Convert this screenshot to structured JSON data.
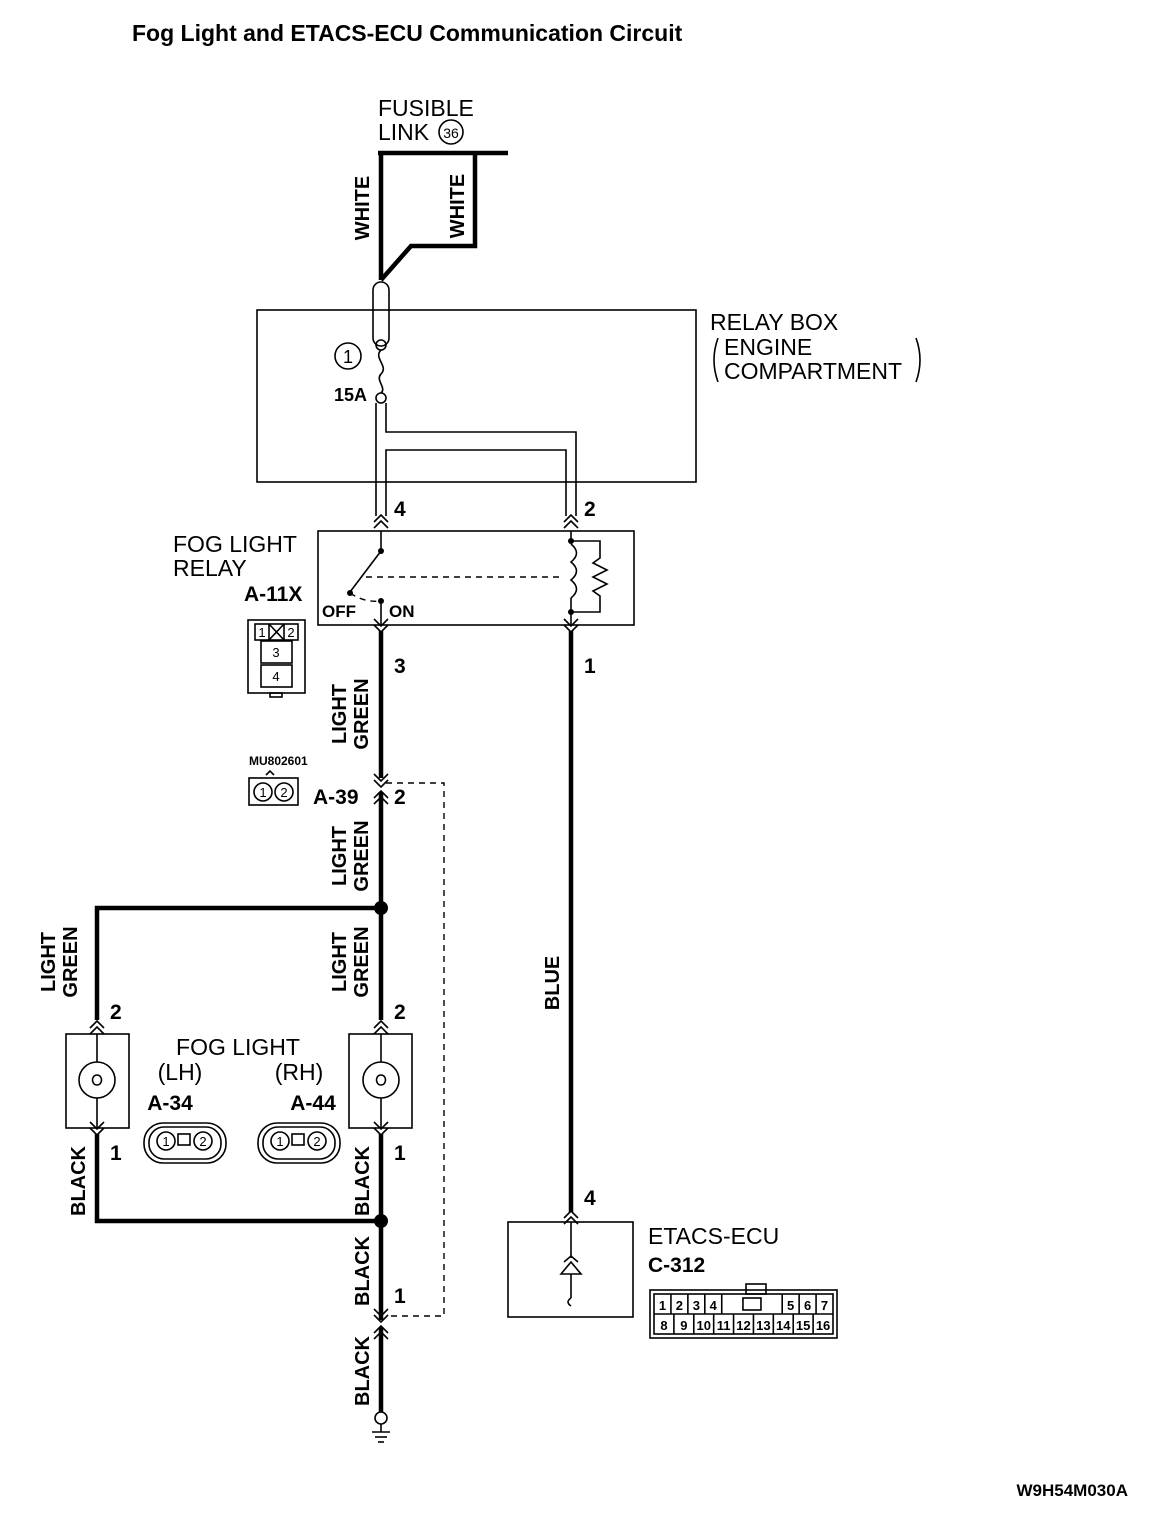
{
  "title": "Fog Light and ETACS-ECU Communication Circuit",
  "fusible_link": {
    "line1": "FUSIBLE",
    "line2": "LINK",
    "number": "36"
  },
  "relay_box": {
    "line1": "RELAY BOX",
    "line2": "ENGINE",
    "line3": "COMPARTMENT",
    "fuse_number": "1",
    "fuse_rating": "15A"
  },
  "fog_light_relay": {
    "line1": "FOG LIGHT",
    "line2": "RELAY",
    "connector": "A-11X",
    "off_label": "OFF",
    "on_label": "ON",
    "connector_pins": [
      "1",
      "2",
      "3",
      "4"
    ]
  },
  "terminals": {
    "relay_4": "4",
    "relay_2": "2",
    "relay_3": "3",
    "relay_1": "1",
    "a39_2": "2",
    "a39_1": "1",
    "lh_2": "2",
    "lh_1": "1",
    "rh_2": "2",
    "rh_1": "1",
    "ecu_4": "4"
  },
  "wire_colors": {
    "white_left": "WHITE",
    "white_right": "WHITE",
    "light_green_1": [
      "LIGHT",
      "GREEN"
    ],
    "light_green_2": [
      "LIGHT",
      "GREEN"
    ],
    "light_green_lh": [
      "LIGHT",
      "GREEN"
    ],
    "light_green_rh": [
      "LIGHT",
      "GREEN"
    ],
    "blue": "BLUE",
    "black_lh": "BLACK",
    "black_rh": "BLACK",
    "black_mid": "BLACK",
    "black_ground": "BLACK"
  },
  "intermediate_connector": {
    "part_number": "MU802601",
    "name": "A-39",
    "pins": [
      "1",
      "2"
    ]
  },
  "fog_light": {
    "title": "FOG LIGHT",
    "lh": "(LH)",
    "rh": "(RH)",
    "lh_connector": "A-34",
    "rh_connector": "A-44",
    "pins": [
      "1",
      "2"
    ]
  },
  "etacs_ecu": {
    "name": "ETACS-ECU",
    "connector": "C-312",
    "pins_top": [
      "1",
      "2",
      "3",
      "4",
      "",
      "5",
      "6",
      "7"
    ],
    "pins_bottom": [
      "8",
      "9",
      "10",
      "11",
      "12",
      "13",
      "14",
      "15",
      "16"
    ]
  },
  "figure_code": "W9H54M030A"
}
